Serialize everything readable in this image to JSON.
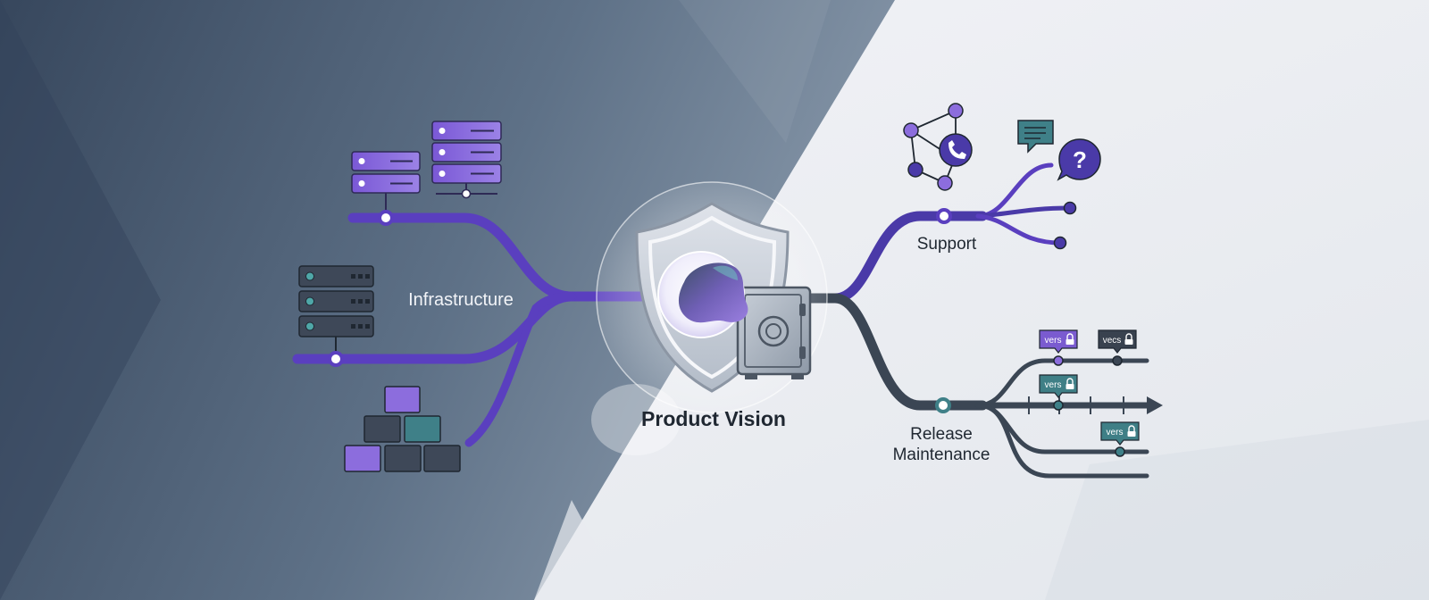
{
  "center": {
    "label": "Product Vision"
  },
  "branches": {
    "infrastructure": {
      "label": "Infrastructure"
    },
    "support": {
      "label": "Support"
    },
    "release": {
      "label_line1": "Release",
      "label_line2": "Maintenance"
    }
  },
  "version_tags": [
    {
      "text": "vers",
      "color": "#7a5bd0"
    },
    {
      "text": "vecs",
      "color": "#39424f"
    },
    {
      "text": "vers",
      "color": "#3f7f86"
    },
    {
      "text": "vers",
      "color": "#3f7f86"
    }
  ],
  "colors": {
    "dark_bg": "#3f5066",
    "light_bg": "#eceef3",
    "purple": "#5a3fbf",
    "slate": "#3b4654",
    "teal": "#3f8088",
    "purple_fill": "#8c6ddd"
  },
  "icons": [
    "server-rack-icon",
    "network-nodes-icon",
    "phone-icon",
    "chat-bubble-icon",
    "question-bubble-icon",
    "shield-icon",
    "safe-vault-icon",
    "blocks-icon",
    "lock-icon"
  ]
}
